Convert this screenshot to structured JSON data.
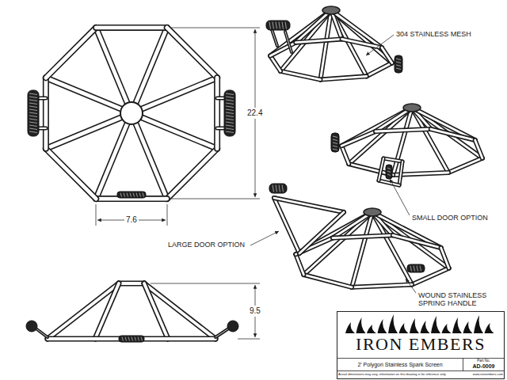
{
  "diagram": {
    "nodes": [
      {
        "text": [
          "IRON EMBERS"
        ]
      },
      {
        "text": [
          "2' Polygon Stainless Spark Screen"
        ]
      },
      {
        "text": [
          "Part No.",
          "AD-0009"
        ]
      },
      {
        "text": [
          "Actual dimensions may vary, information on this drawing is for reference only",
          "www.ironembers.com"
        ]
      }
    ],
    "labels": [
      "22.4",
      "7.6",
      "9.5",
      "304 STAINLESS MESH",
      "SMALL DOOR OPTION",
      "LARGE DOOR OPTION",
      "WOUND STAINLESS SPRING HANDLE"
    ]
  }
}
